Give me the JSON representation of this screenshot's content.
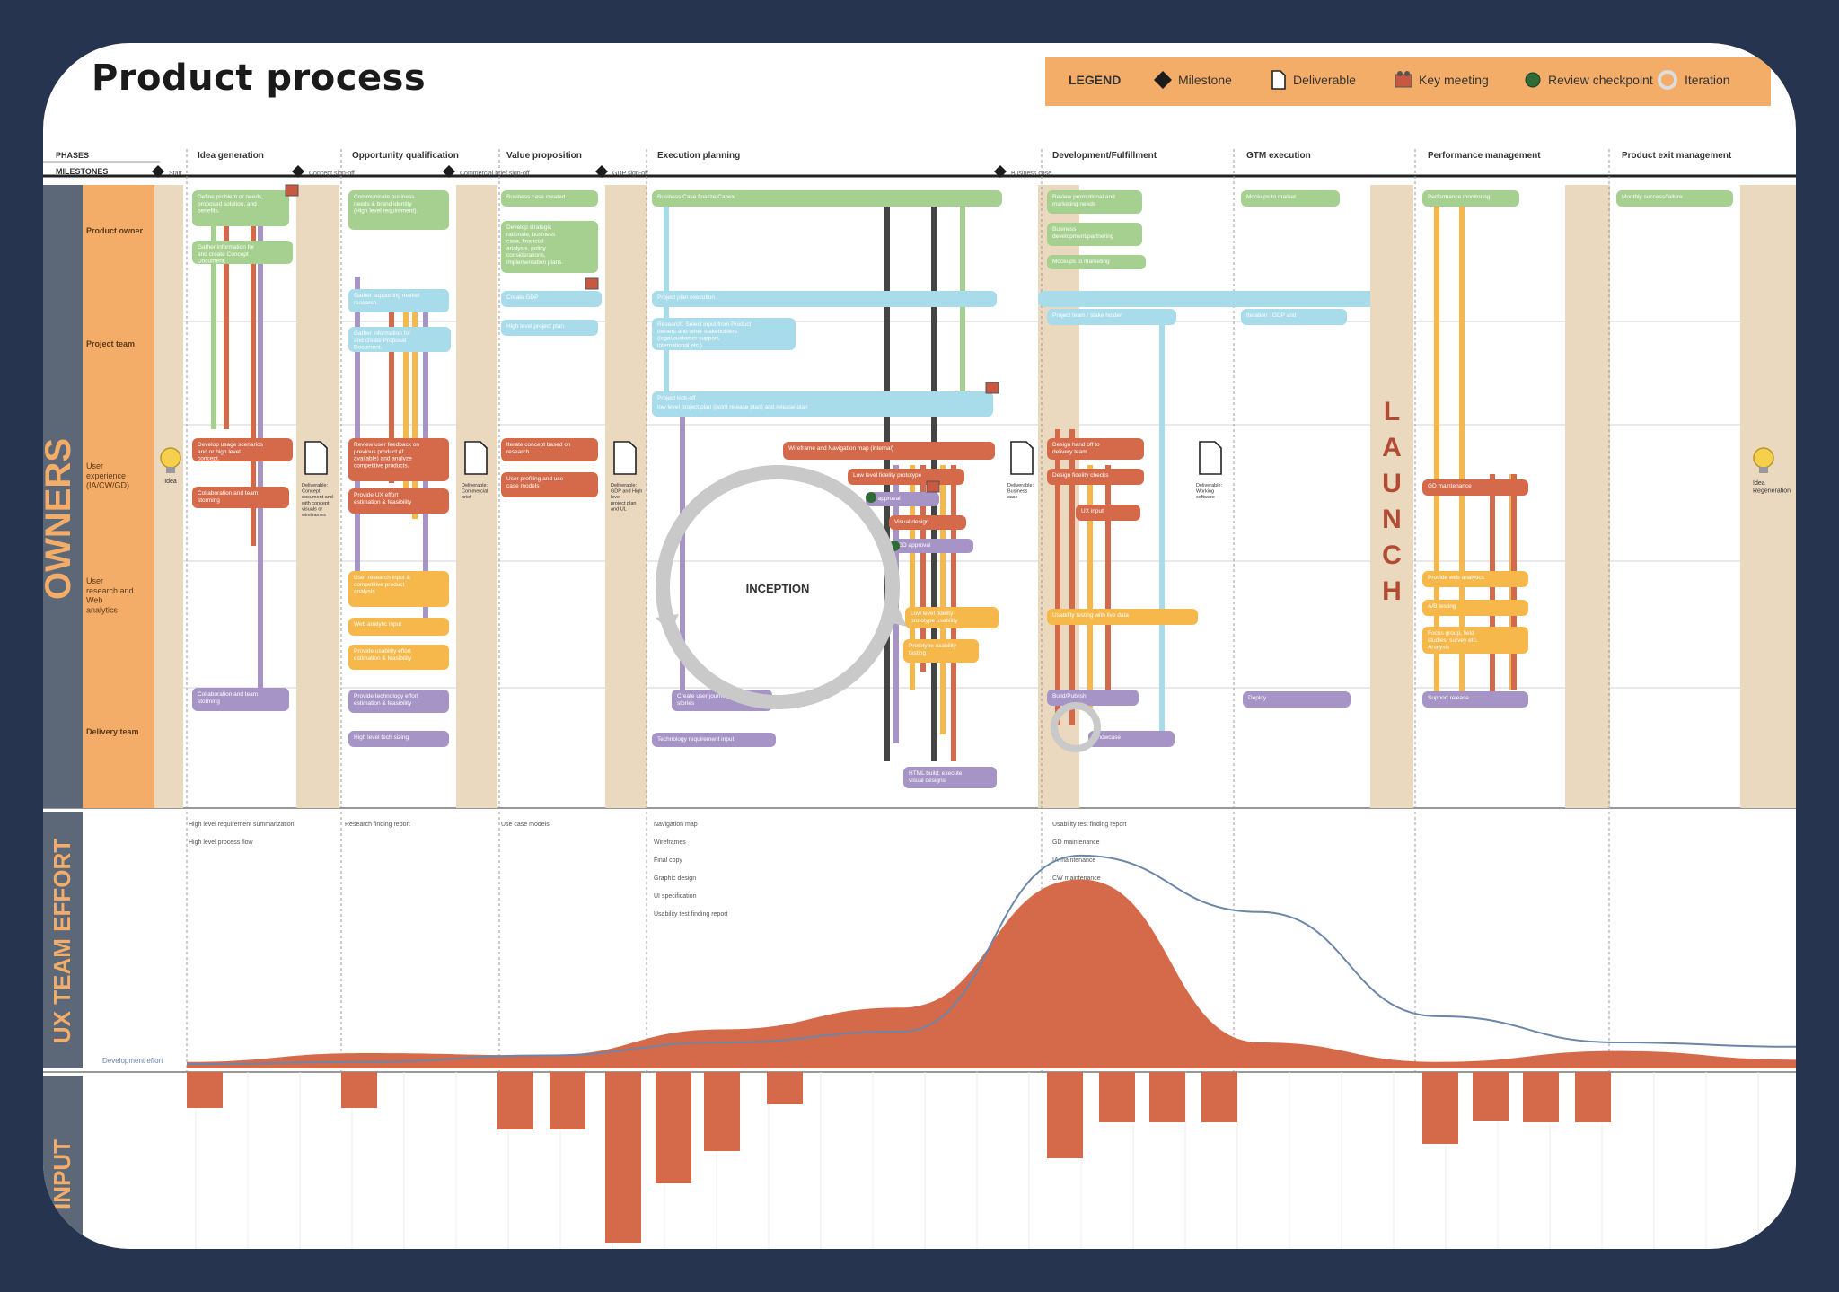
{
  "title": "Product process",
  "legend": {
    "heading": "LEGEND",
    "items": [
      {
        "label": "Milestone",
        "icon": "diamond-icon"
      },
      {
        "label": "Deliverable",
        "icon": "document-icon"
      },
      {
        "label": "Key meeting",
        "icon": "meeting-icon"
      },
      {
        "label": "Review checkpoint",
        "icon": "checkpoint-icon"
      },
      {
        "label": "Iteration",
        "icon": "iteration-icon"
      }
    ]
  },
  "header": {
    "phases_label": "PHASES",
    "milestones_label": "MILESTONES"
  },
  "phases": [
    "Idea generation",
    "Opportunity qualification",
    "Value proposition",
    "Execution planning",
    "Development/Fulfillment",
    "GTM execution",
    "Performance  management",
    "Product exit management"
  ],
  "milestones": [
    "Start",
    "Concept sign-off",
    "Commercial brief sign-off",
    "GDP sign-off",
    "Business case"
  ],
  "sections": {
    "owners": "OWNERS",
    "ux_effort": "UX TEAM EFFORT",
    "input": "INPUT"
  },
  "owners": [
    "Product owner",
    "Project team",
    "User experience (IA/CW/GD)",
    "User research and Web analytics",
    "Delivery team"
  ],
  "markers": {
    "idea": "Idea",
    "idea_regen": "Idea Regeneration",
    "launch": "LAUNCH",
    "inception": "INCEPTION"
  },
  "deliverables": [
    "Deliverable: Concept document and with concept visuals or wireframes",
    "Deliverable: Commercial brief",
    "Deliverable: GDP and High level project plan and UL",
    "Deliverable: Business case",
    "Deliverable: Working software"
  ],
  "ux_effort_notes": [
    [
      "High level requirement summarization",
      "High level process flow"
    ],
    [
      "Research finding report"
    ],
    [
      "Use case models"
    ],
    [
      "Navigation map",
      "Wireframes",
      "Final copy",
      "Graphic design",
      "UI specification",
      "Usability test finding report"
    ],
    [
      "Usability test finding report",
      "GD maintenance",
      "IA maintenance",
      "CW maintenance"
    ]
  ],
  "development_effort_label": "Development effort",
  "tasks": [
    "Define problem or needs, proposed solution, and benefits.",
    "Gather information for and create Concept Document.",
    "Develop usage scenarios and or high level concept.",
    "Collaboration and team storming",
    "Collaboration and team storming",
    "Communicate business needs & brand identity (High level requirement).",
    "Gather supporting market research.",
    "Gather information for and create Proposal Document.",
    "Review user feedback on previous product (if available) and analyze competitive products.",
    "Provide UX effort estimation & feasibility",
    "User research input & competitive product analysis",
    "Web analytic input",
    "Provide usability effort estimation & feasibility",
    "Provide technology effort estimation & feasibility",
    "High level tech sizing",
    "Business case created",
    "Develop strategic rationale, business case, financial analysis, policy considerations, implementation plans.",
    "Create GDP",
    "High level project plan",
    "Iterate concept based on research",
    "User profiling and use case models",
    "Business Case finalize/Capex",
    "Project plan execution",
    "Research: Select input from Product owners and other stakeholders (legal,customer support, international etc.)",
    "Project kick-off",
    "low level project plan (point release plan) and release plan",
    "Wireframe and Navigation map (internal)",
    "Low level fidelity prototype",
    "IA approval",
    "Visual design",
    "GD approval",
    "Low level fidelity prototype usability testing",
    "Prototype usability testing",
    "HTML build; execute visual designs",
    "Create user journeys and stories",
    "Technology requirement input",
    "Review promotional and marketing needs",
    "Business development/partnering",
    "Mockups to marketing",
    "Project team / stake holder input",
    "Design hand off to delivery team",
    "Design fidelity checks",
    "UX input",
    "Usability testing with live data",
    "Build/Publish",
    "Showcase",
    "Mockups to market",
    "Iteration : GDP and reporting",
    "Deploy",
    "Performance monitoring",
    "GD maintenance",
    "Provide web analytics input",
    "A/B testing",
    "Focus group, field studies, survey etc. Analysis",
    "Support release",
    "Monthly success/failure reporting"
  ],
  "colors": {
    "background": "#27344f",
    "owners_band": "#f4ad68",
    "section_band": "#5c6777",
    "product_owner_task": "#a6d08f",
    "project_team_task": "#a9dcea",
    "ux_task": "#d56a4b",
    "research_task": "#f7b84b",
    "delivery_task": "#a594c5",
    "separator_column": "#ead8bf",
    "ux_effort_area": "#d56a4b",
    "dev_effort_line": "#6b86a8"
  },
  "chart_data": {
    "type": "area",
    "title": "",
    "xlabel": "",
    "ylabel": "",
    "series": [
      {
        "name": "",
        "values": [
          0.03,
          0.07,
          0.06,
          0.18,
          0.28,
          0.87,
          0.12,
          0.03,
          0.08,
          0.04
        ]
      },
      {
        "name": "Development effort",
        "values": [
          0.02,
          0.03,
          0.06,
          0.12,
          0.17,
          0.98,
          0.72,
          0.24,
          0.12,
          0.1
        ]
      }
    ]
  }
}
